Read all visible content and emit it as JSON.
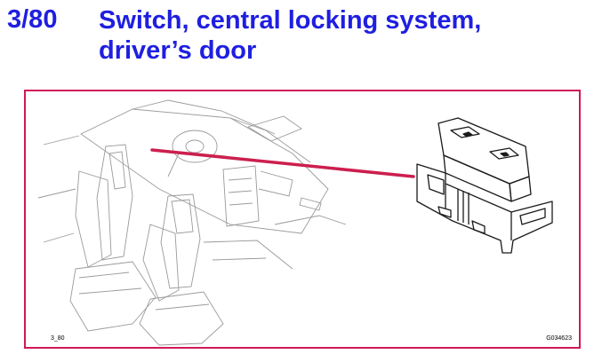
{
  "header": {
    "number": "3/80",
    "title": "Switch, central locking system, driver’s door"
  },
  "figure": {
    "label_left": "3_80",
    "label_right": "G034623",
    "callout_color": "#cc1f4e"
  }
}
